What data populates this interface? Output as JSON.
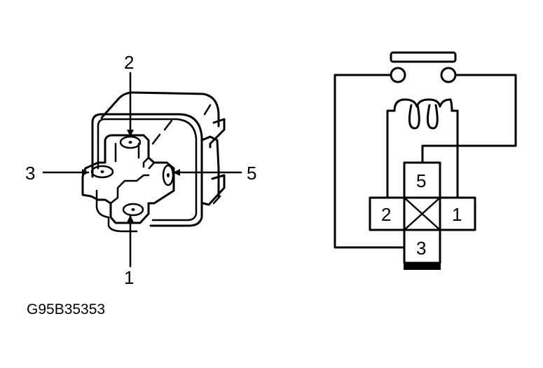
{
  "relay_view": {
    "pin_labels": {
      "pin2": "2",
      "pin3": "3",
      "pin5": "5",
      "pin1": "1"
    }
  },
  "schematic": {
    "terminals": {
      "t5": "5",
      "t2": "2",
      "t1": "1",
      "t3": "3"
    }
  },
  "figure_code": "G95B35353"
}
